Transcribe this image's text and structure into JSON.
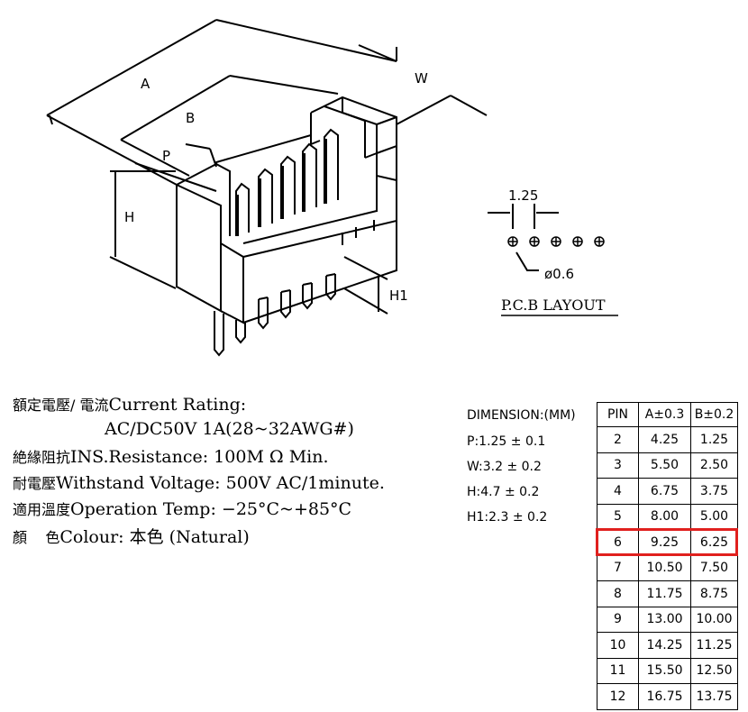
{
  "drawing": {
    "labels": {
      "a": "A",
      "b": "B",
      "p": "P",
      "h": "H",
      "w": "W",
      "h1": "H1"
    },
    "pcb": {
      "pitch": "1.25",
      "hole": "ø0.6",
      "title": "P.C.B LAYOUT"
    }
  },
  "specs": [
    {
      "cjk": "額定電壓/ 電流",
      "text": "Current  Rating:"
    },
    {
      "cjk": "",
      "text": "AC/DC50V  1A(28~32AWG#)"
    },
    {
      "cjk": "絶緣阻抗",
      "text": "INS.Resistance: 100M Ω Min."
    },
    {
      "cjk": "耐電壓",
      "text": "Withstand  Voltage:  500V  AC/1minute."
    },
    {
      "cjk": "適用溫度",
      "text": "Operation  Temp: −25°C~+85°C"
    },
    {
      "cjk": "顏    色",
      "text": "Colour: 本色 (Natural)"
    }
  ],
  "dimensions": {
    "title": "DIMENSION:(MM)",
    "items": [
      "P:1.25 ± 0.1",
      "W:3.2 ± 0.2",
      "H:4.7 ± 0.2",
      "H1:2.3 ± 0.2"
    ]
  },
  "table": {
    "headers": [
      "PIN",
      "A±0.3",
      "B±0.2"
    ],
    "rows": [
      [
        "2",
        "4.25",
        "1.25"
      ],
      [
        "3",
        "5.50",
        "2.50"
      ],
      [
        "4",
        "6.75",
        "3.75"
      ],
      [
        "5",
        "8.00",
        "5.00"
      ],
      [
        "6",
        "9.25",
        "6.25"
      ],
      [
        "7",
        "10.50",
        "7.50"
      ],
      [
        "8",
        "11.75",
        "8.75"
      ],
      [
        "9",
        "13.00",
        "10.00"
      ],
      [
        "10",
        "14.25",
        "11.25"
      ],
      [
        "11",
        "15.50",
        "12.50"
      ],
      [
        "12",
        "16.75",
        "13.75"
      ]
    ],
    "highlight_row": 4,
    "highlight_color": "#e0201e"
  }
}
